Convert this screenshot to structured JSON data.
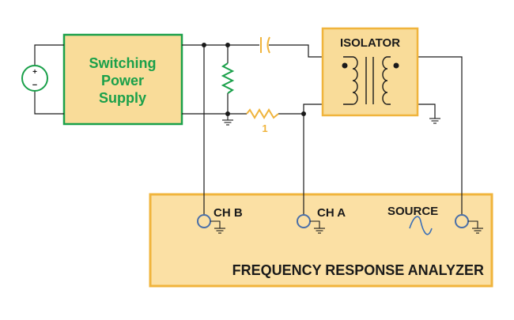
{
  "supply": {
    "label_line1": "Switching",
    "label_line2": "Power",
    "label_line3": "Supply"
  },
  "dc_source": {
    "plus": "+",
    "minus": "−"
  },
  "isolator": {
    "label": "ISOLATOR"
  },
  "resistor": {
    "value": "1"
  },
  "analyzer": {
    "title": "FREQUENCY RESPONSE ANALYZER",
    "channels": [
      {
        "label": "CH B"
      },
      {
        "label": "CH A"
      },
      {
        "label": "SOURCE"
      }
    ]
  },
  "colors": {
    "green": "#1aa04a",
    "green_fill": "#f9dc99",
    "panel_fill": "#fbe0a4",
    "panel_stroke": "#f0b43c",
    "resistor_orange": "#f0b43c",
    "terminal_blue": "#4a6fa8",
    "wave_blue": "#3a6fb8",
    "wire": "#1a1a1a"
  }
}
